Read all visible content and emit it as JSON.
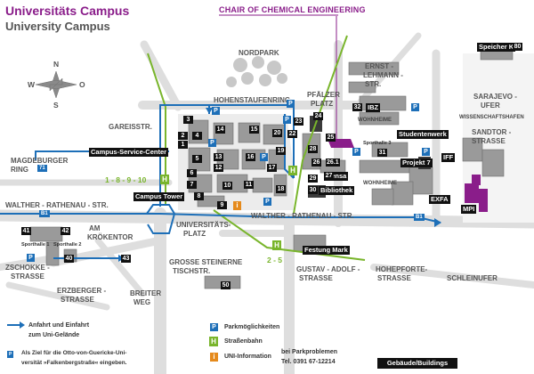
{
  "header": {
    "title_de": "Universitäts Campus",
    "title_en": "University Campus",
    "highlight": "CHAIR OF CHEMICAL ENGINEERING"
  },
  "compass": {
    "n": "N",
    "s": "S",
    "w": "W",
    "o": "O"
  },
  "areas": {
    "nordpark": "NORDPARK",
    "hohenstaufenring": "HOHENSTAUFENRING",
    "pfaelzer_platz_1": "PFÄLZER",
    "pfaelzer_platz_2": "PLATZ",
    "gareisstr": "GAREISSTR.",
    "ernst_lehmann_1": "ERNST -",
    "ernst_lehmann_2": "LEHMANN -",
    "ernst_lehmann_3": "STR.",
    "sarajevo_1": "SARAJEVO -",
    "sarajevo_2": "UFER",
    "wissenschaftshafen": "WISSENSCHAFTSHAFEN",
    "sandtor_1": "SANDTOR -",
    "sandtor_2": "STRASSE",
    "magdeburger_1": "MAGDEBURGER",
    "magdeburger_2": "RING",
    "walther_left": "WALTHER - RATHENAU - STR.",
    "walther_right": "WALTHER - RATHENAU - STR.",
    "universitaetsplatz_1": "UNIVERSITÄTS-",
    "universitaetsplatz_2": "PLATZ",
    "am_kroekentor_1": "AM",
    "am_kroekentor_2": "KRÖKENTOR",
    "zschokke_1": "ZSCHOKKE -",
    "zschokke_2": "STRASSE",
    "grosse_1": "GROSSE STEINERNE",
    "grosse_2": "TISCHSTR.",
    "gustav_1": "GUSTAV - ADOLF -",
    "gustav_2": "STRASSE",
    "hohepforte_1": "HOHEPFORTE-",
    "hohepforte_2": "STRASSE",
    "schleinufer": "SCHLEINUFER",
    "erzberger_1": "ERZBERGER -",
    "erzberger_2": "STRASSE",
    "breiter_1": "BREITER",
    "breiter_2": "WEG",
    "wohnheime_1": "WOHNHEIME",
    "wohnheime_2": "WOHNHEIME",
    "sporthalle_1": "Sporthalle 1",
    "sporthalle_2": "Sporthalle 2",
    "sporthalle_3": "Sporthalle 3"
  },
  "tram_lines": {
    "left": "1 - 8 - 9 - 10",
    "bottom": "2 - 5"
  },
  "road_signs": {
    "b1_left": "B1",
    "b1_right": "B1",
    "b71": "71"
  },
  "named_buildings": {
    "campus_service": "Campus-Service-Center",
    "campus_tower": "Campus Tower",
    "mensa": "Mensa",
    "bibliothek": "Bibliothek",
    "studentenwerk": "Studentenwerk",
    "projekt7": "Projekt 7",
    "iff": "IFF",
    "exfa": "EXFA",
    "mpi": "MPI",
    "festung_mark": "Festung Mark",
    "speicher_k": "Speicher K",
    "ibz": "IBZ"
  },
  "building_numbers": {
    "n1": "1",
    "n2": "2",
    "n3": "3",
    "n4": "4",
    "n5": "5",
    "n6": "6",
    "n7": "7",
    "n8": "8",
    "n9": "9",
    "n10": "10",
    "n11": "11",
    "n12": "12",
    "n13": "13",
    "n14": "14",
    "n15": "15",
    "n16": "16",
    "n17": "17",
    "n18": "18",
    "n19": "19",
    "n20": "20",
    "n22": "22",
    "n23": "23",
    "n24": "24",
    "n25": "25",
    "n26": "26",
    "n26_1": "26.1",
    "n27": "27",
    "n28": "28",
    "n29": "29",
    "n30": "30",
    "n31": "31",
    "n32": "32",
    "n40": "40",
    "n41": "41",
    "n42": "42",
    "n43": "43",
    "n50": "50",
    "n80": "80"
  },
  "icons": {
    "parking": "P",
    "tram": "H",
    "info": "i"
  },
  "legend": {
    "access_1": "Anfahrt und Einfahrt",
    "access_2": "zum Uni-Gelände",
    "navi_1": "Als Ziel für die Otto-von-Guericke-Uni-",
    "navi_2": "versität »Falkenbergstraße« eingeben.",
    "parking": "Parkmöglichkeiten",
    "tram": "Straßenbahn",
    "info": "UNI-Information",
    "problem_1": "bei Parkproblemen",
    "problem_2": "Tel. 0391 67-12214",
    "buildings": "Gebäude/Buildings"
  },
  "colors": {
    "access_route": "#1d6fb8",
    "tram": "#79b52c",
    "highlight": "#8a1d8a",
    "info": "#e58a1c",
    "buildings": "#9a9a9a",
    "dark_buildings": "#3a3a3a"
  }
}
